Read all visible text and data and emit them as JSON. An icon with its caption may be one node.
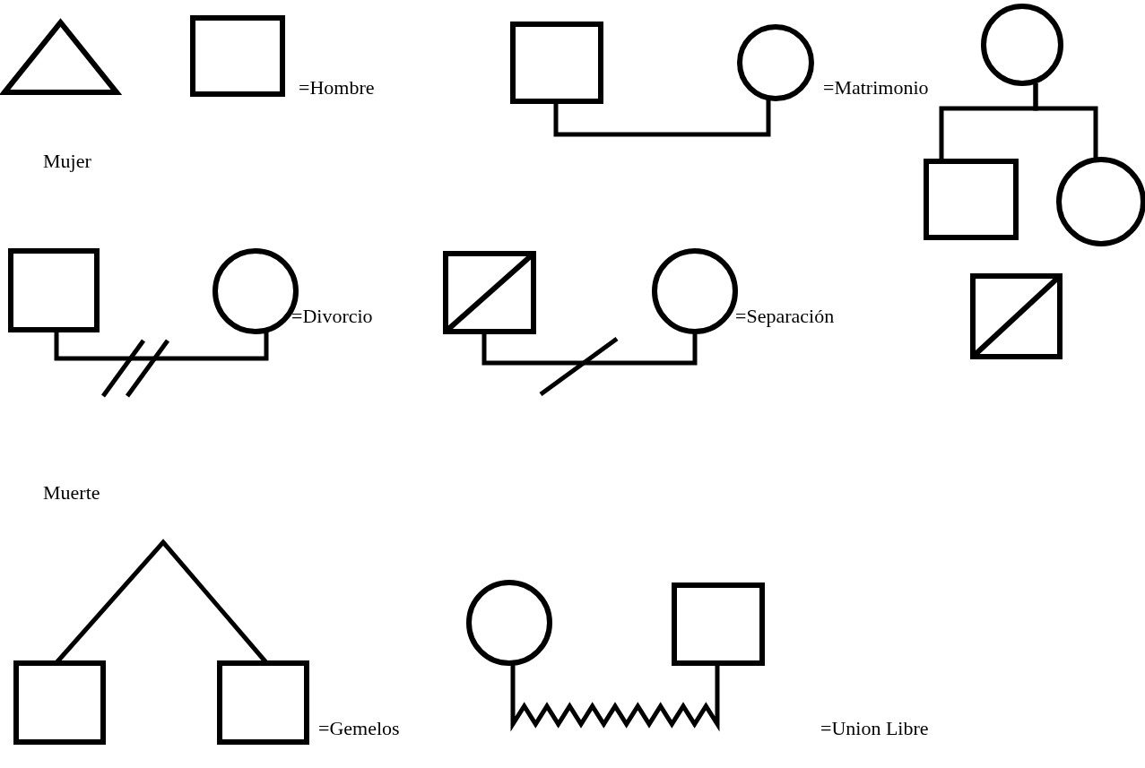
{
  "diagram": {
    "nodes": [
      {
        "text": [],
        "shape": "triangle"
      },
      {
        "text": [],
        "shape": "box"
      },
      {
        "text": [],
        "shape": "box"
      },
      {
        "text": [],
        "shape": "circle"
      },
      {
        "text": [],
        "shape": "circle"
      },
      {
        "text": [],
        "shape": "box"
      },
      {
        "text": [],
        "shape": "circle"
      },
      {
        "text": [],
        "shape": "box"
      },
      {
        "text": [],
        "shape": "circle"
      },
      {
        "text": [],
        "shape": "slashed-box"
      },
      {
        "text": [],
        "shape": "circle"
      },
      {
        "text": [],
        "shape": "slashed-box"
      },
      {
        "text": [],
        "shape": "box"
      },
      {
        "text": [],
        "shape": "box"
      },
      {
        "text": [],
        "shape": "circle"
      },
      {
        "text": [],
        "shape": "box"
      }
    ],
    "edges": [
      {
        "from": 2,
        "to": 3,
        "arrow": "none"
      },
      {
        "from": 4,
        "to": 5,
        "arrow": "none"
      },
      {
        "from": 4,
        "to": 6,
        "arrow": "none"
      },
      {
        "from": 7,
        "to": 8,
        "arrow": "none"
      },
      {
        "from": 9,
        "to": 10,
        "arrow": "none"
      },
      {
        "from": 12,
        "to": 13,
        "arrow": "none"
      },
      {
        "from": 14,
        "to": 15,
        "arrow": "none"
      }
    ],
    "labels": [
      "=Hombre",
      "=Matrimonio",
      "Mujer",
      "=Divorcio",
      "=Separación",
      "Muerte",
      "=Gemelos",
      "=Union Libre"
    ]
  }
}
